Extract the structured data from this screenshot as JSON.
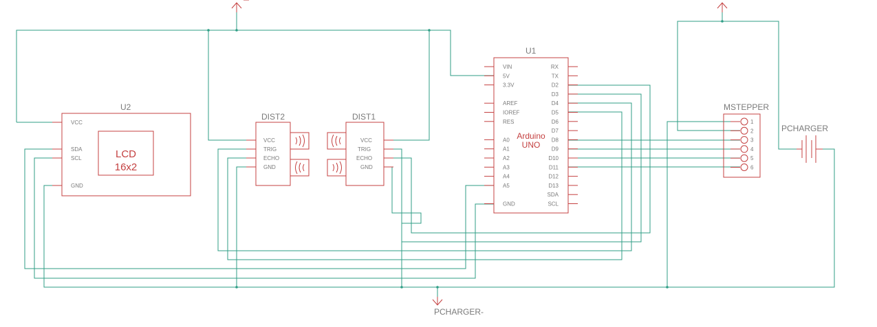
{
  "components": {
    "u2": {
      "ref": "U2",
      "pins": [
        "VCC",
        "SDA",
        "SCL",
        "GND"
      ],
      "display_line1": "LCD",
      "display_line2": "16x2"
    },
    "dist2": {
      "ref": "DIST2",
      "pins": [
        "VCC",
        "TRIG",
        "ECHO",
        "GND"
      ]
    },
    "dist1": {
      "ref": "DIST1",
      "pins": [
        "VCC",
        "TRIG",
        "ECHO",
        "GND"
      ]
    },
    "u1": {
      "ref": "U1",
      "left_pins": [
        "VIN",
        "5V",
        "3.3V",
        "AREF",
        "IOREF",
        "RES",
        "A0",
        "A1",
        "A2",
        "A3",
        "A4",
        "A5",
        "GND"
      ],
      "right_pins": [
        "RX",
        "TX",
        "D2",
        "D3",
        "D4",
        "D5",
        "D6",
        "D7",
        "D8",
        "D9",
        "D10",
        "D11",
        "D12",
        "D13",
        "SDA",
        "SCL"
      ],
      "body_line1": "Arduino",
      "body_line2": "UNO"
    },
    "mstepper": {
      "ref": "MSTEPPER",
      "pins": [
        "1",
        "2",
        "3",
        "4",
        "5",
        "6"
      ]
    },
    "pcharger": {
      "ref": "PCHARGER"
    }
  },
  "net_labels": {
    "ground": "PCHARGER-"
  },
  "colors": {
    "wire": "#2f9e86",
    "part": "#c44040",
    "label": "#7a7a7a"
  }
}
